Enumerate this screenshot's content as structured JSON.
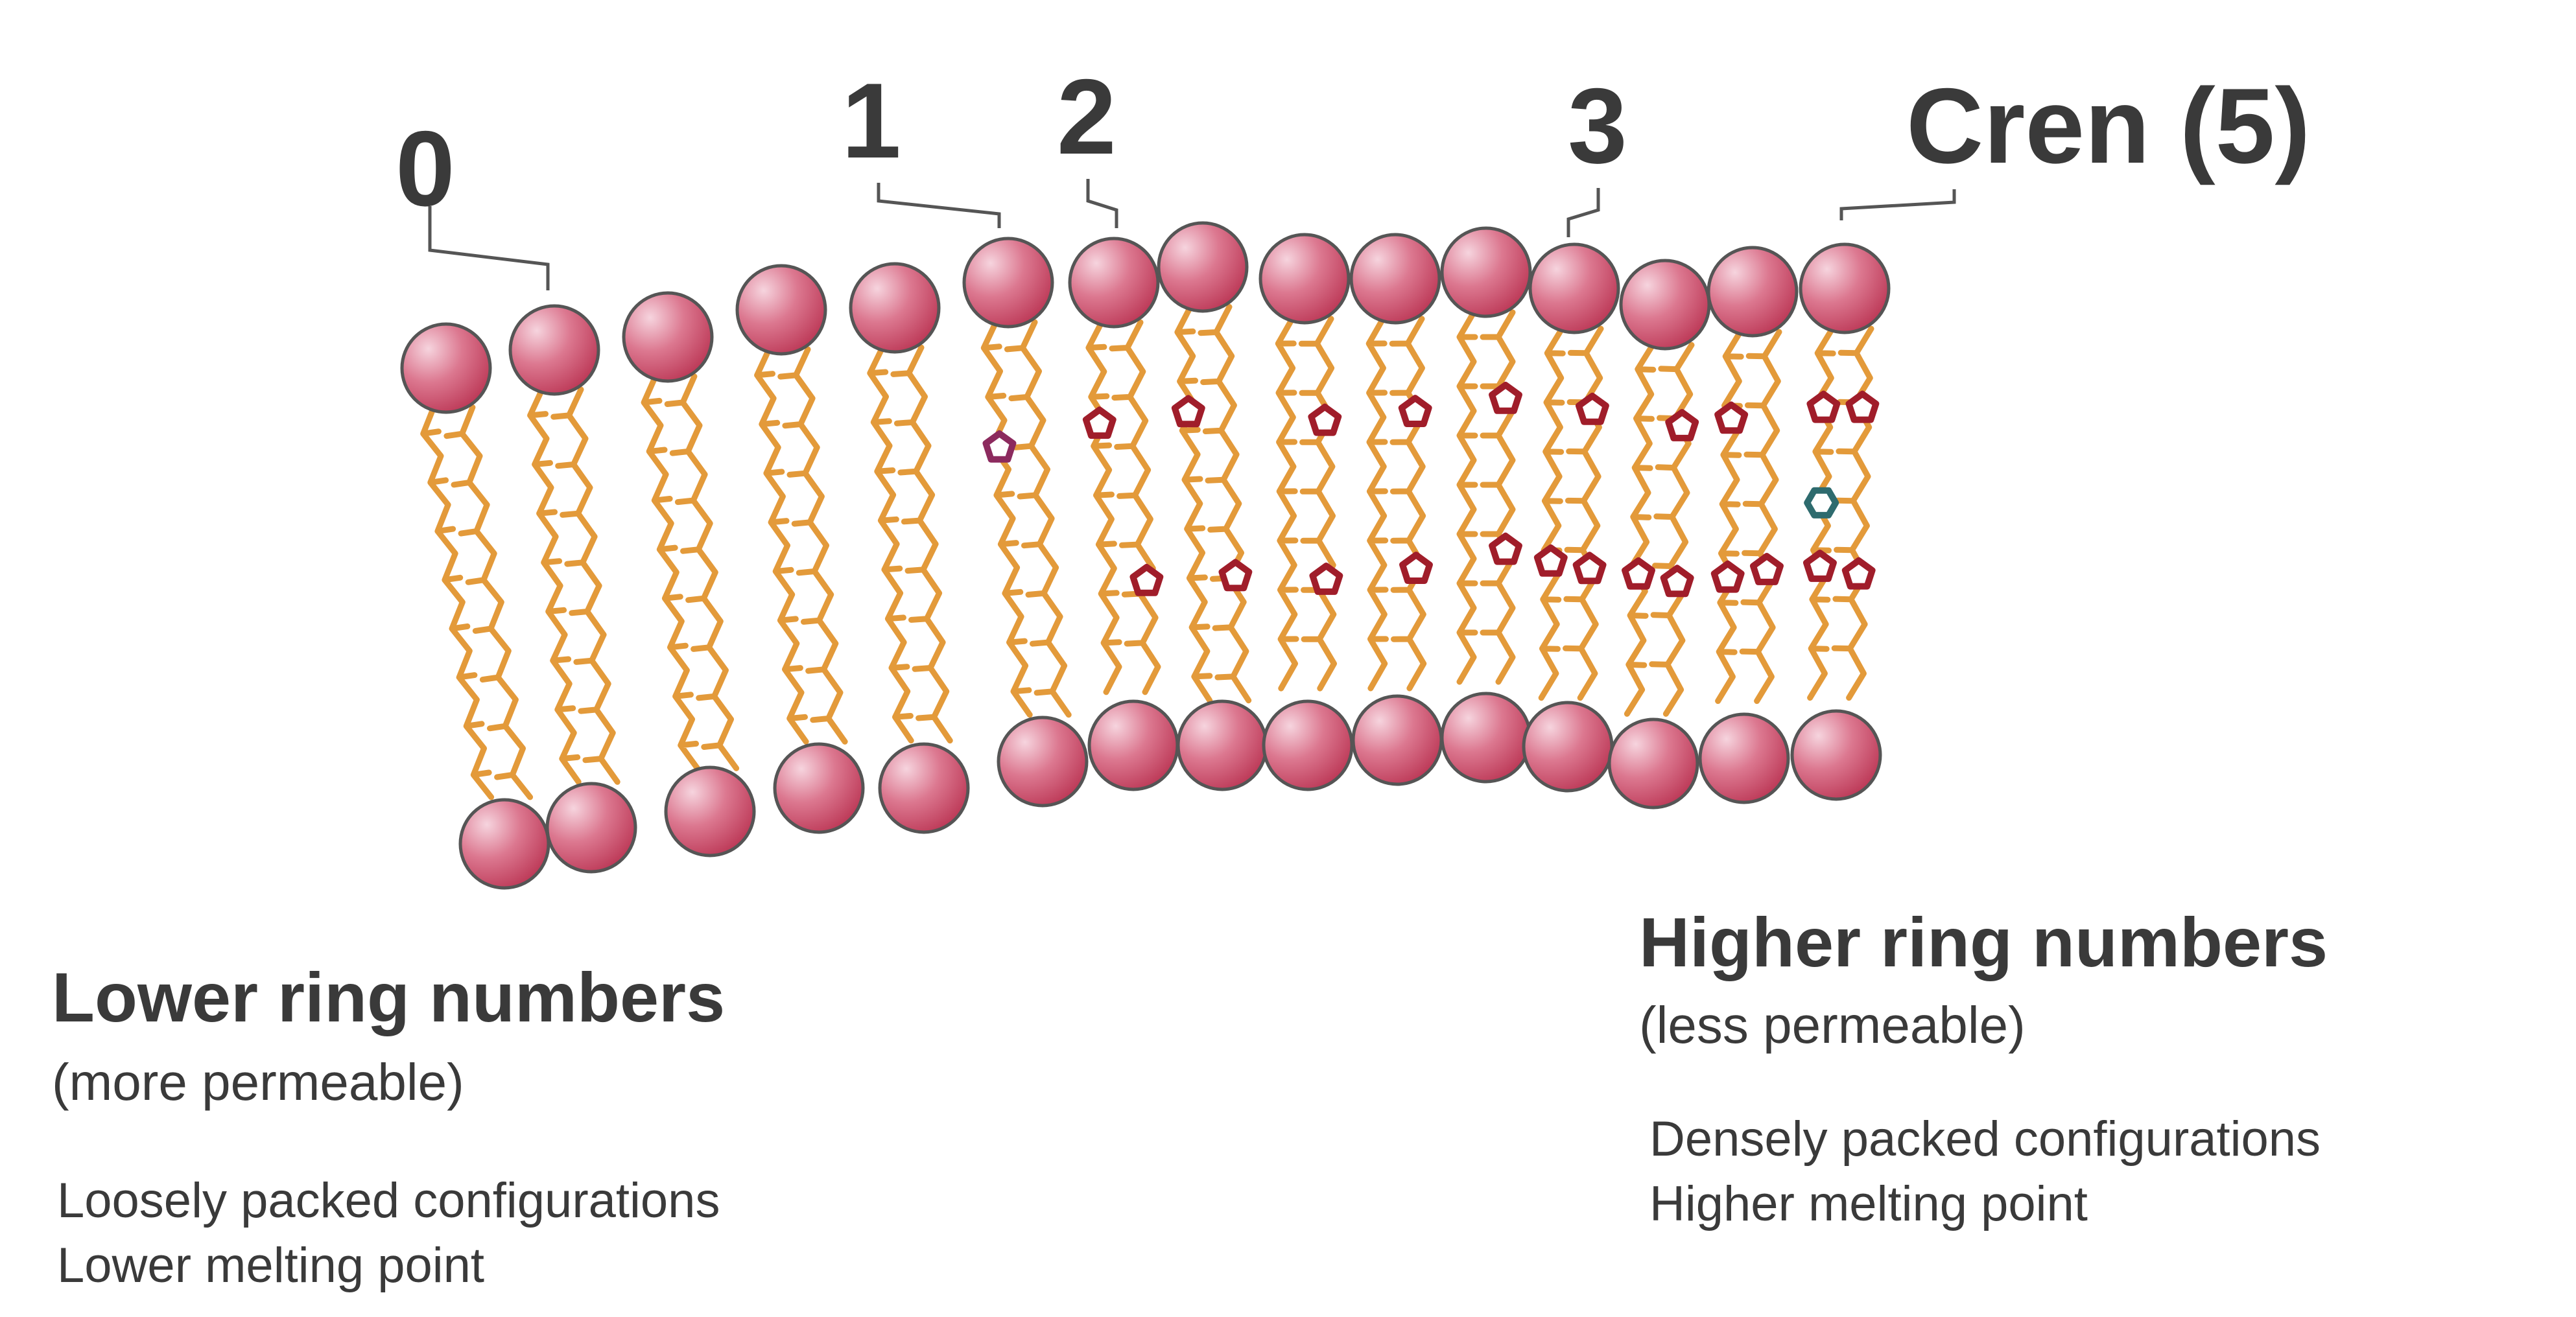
{
  "ring_labels": {
    "r0": "0",
    "r1": "1",
    "r2": "2",
    "r3": "3",
    "cren": "Cren (5)"
  },
  "left_panel": {
    "heading": "Lower ring numbers",
    "subheading": "(more permeable)",
    "line1": "Loosely packed configurations",
    "line2": "Lower melting point"
  },
  "right_panel": {
    "heading": "Higher ring numbers",
    "subheading": "(less permeable)",
    "line1": "Densely packed configurations",
    "line2": "Higher melting point"
  },
  "colors": {
    "head_light": "#f2c7d3",
    "head_dark": "#b8304f",
    "head_outline": "#555555",
    "tail": "#e39a3a",
    "ring": "#a01d2a",
    "ring_alt": "#8c2a5e",
    "ring_teal": "#2e6b6e",
    "text": "#3a3a3a",
    "leader": "#555555"
  }
}
